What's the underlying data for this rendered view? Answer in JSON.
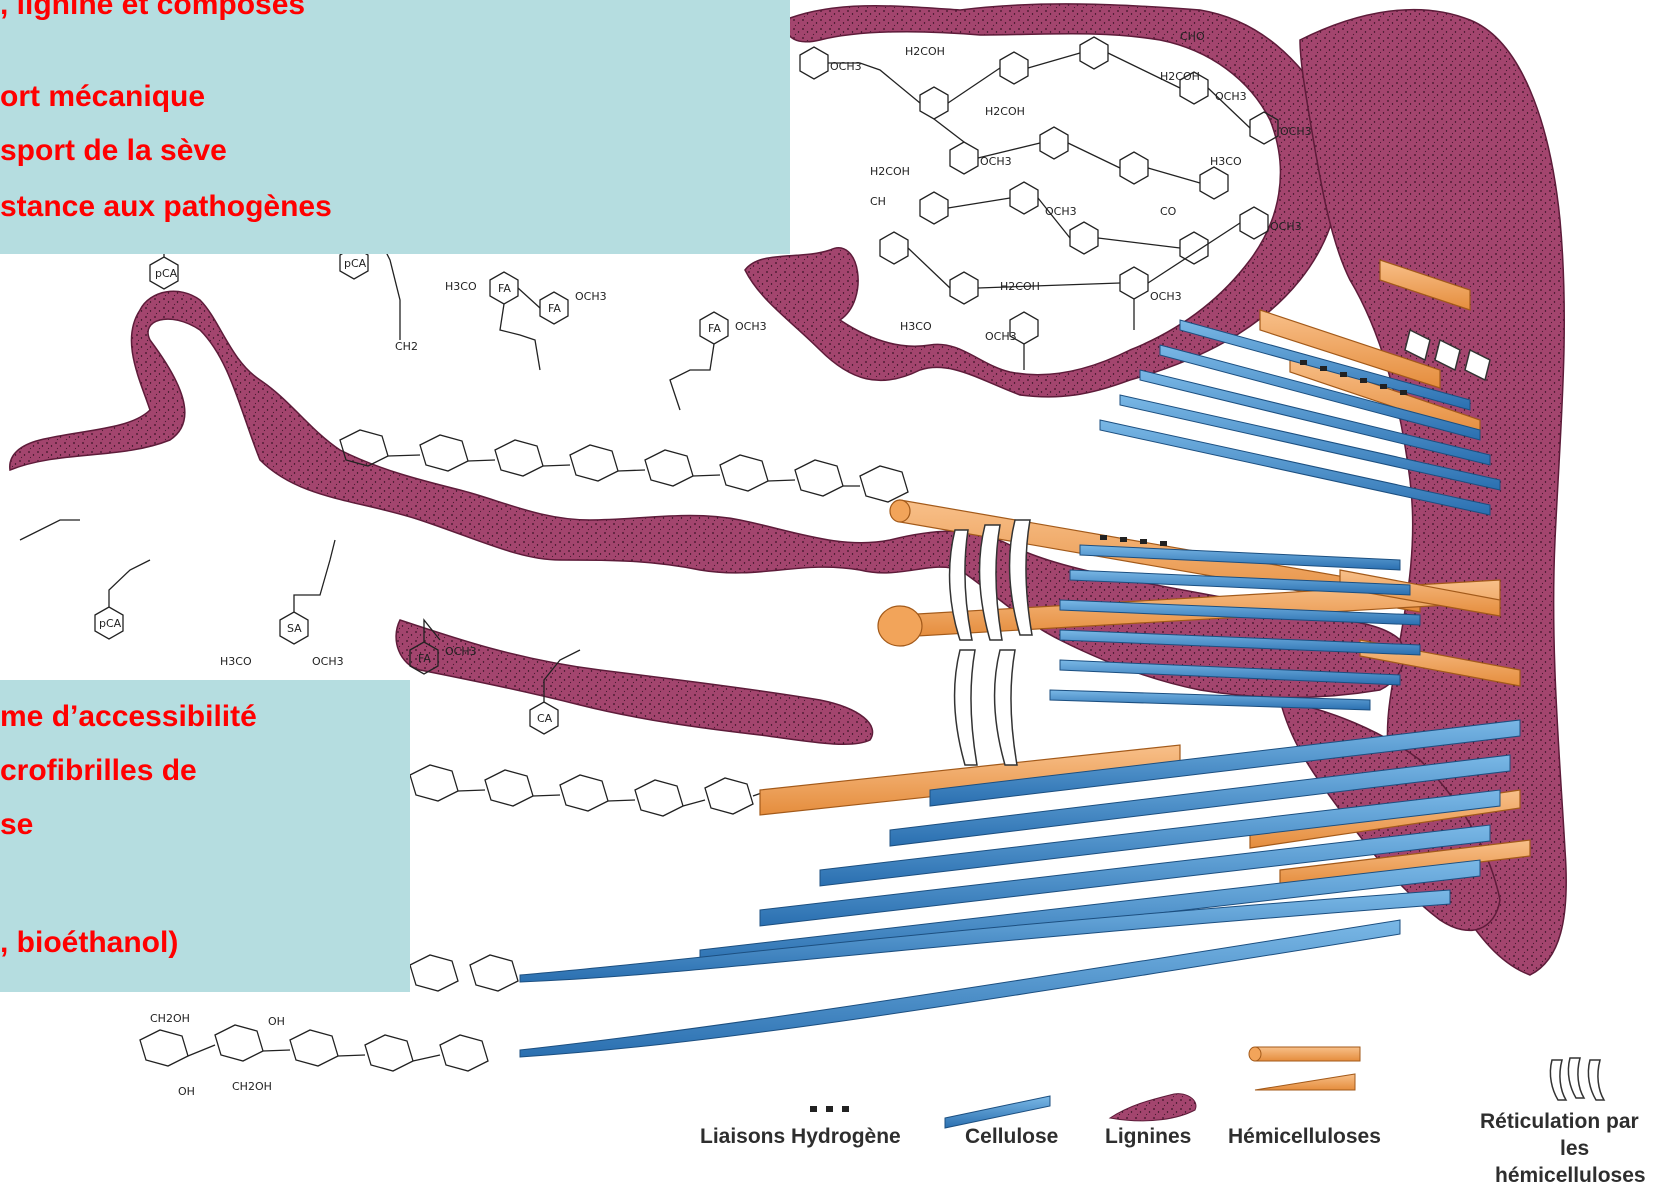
{
  "callout_top": {
    "text_color": "#ff0000",
    "lines": [
      ", lignine et composés",
      "ort mécanique",
      "sport de la sève",
      "stance aux pathogènes"
    ]
  },
  "callout_bottom": {
    "text_color": "#ff0000",
    "lines": [
      "me d’accessibilité",
      "crofibrilles de",
      "se",
      "",
      ", bioéthanol)"
    ]
  },
  "legend": {
    "hydrogen_bonds": "Liaisons Hydrogène",
    "cellulose": "Cellulose",
    "lignins": "Lignines",
    "hemicelluloses": "Hémicelluloses",
    "crosslinking": [
      "Réticulation par",
      "les",
      "hémicelluloses"
    ]
  },
  "chem_labels": {
    "pca": "pCA",
    "fa": "FA",
    "sa": "SA",
    "ca": "CA",
    "och3": "OCH3",
    "h3co": "H3CO",
    "oh": "OH",
    "ch2oh": "CH2OH",
    "h2coh": "H2COH",
    "cho": "CHO",
    "ch2": "CH2",
    "ch": "CH",
    "co": "CO"
  },
  "colors": {
    "callout_bg": "#b5dde0",
    "lignin": "#a3456e",
    "cellulose": "#3d8fcf",
    "hemicellulose": "#f2a45a",
    "legend_text": "#2e2e2e"
  }
}
